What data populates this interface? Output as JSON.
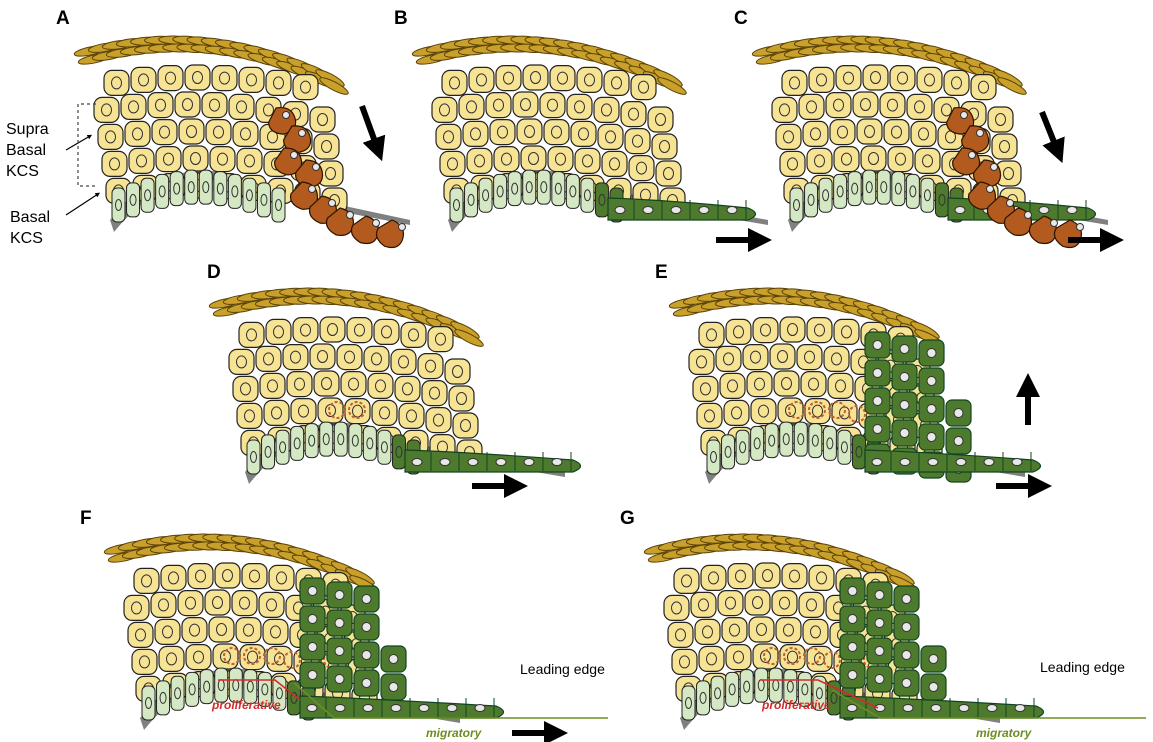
{
  "panels": [
    "A",
    "B",
    "C",
    "D",
    "E",
    "F",
    "G"
  ],
  "labels": {
    "suprabasal_line1": "Supra",
    "suprabasal_line2": "Basal",
    "suprabasal_line3": "KCS",
    "basal_line1": "Basal",
    "basal_line2": "KCS",
    "leading_edge": "Leading edge",
    "proliferative": "proliferative",
    "migratory": "migratory"
  },
  "colors": {
    "cornified": "#c9a02a",
    "cornified_edge": "#5a4208",
    "suprabasal": "#f7e394",
    "basal": "#d4e8c4",
    "migrating_basal": "#4e7a2e",
    "invading_suprabasal": "#b35a1e",
    "basement_membrane": "#808080",
    "proliferative_line": "#d42a2a",
    "migratory_line": "#6b8e23",
    "dividing_cells": "#c0602a"
  },
  "icons": [
    "arrow-down-right-icon",
    "arrow-right-icon",
    "arrow-up-icon"
  ]
}
